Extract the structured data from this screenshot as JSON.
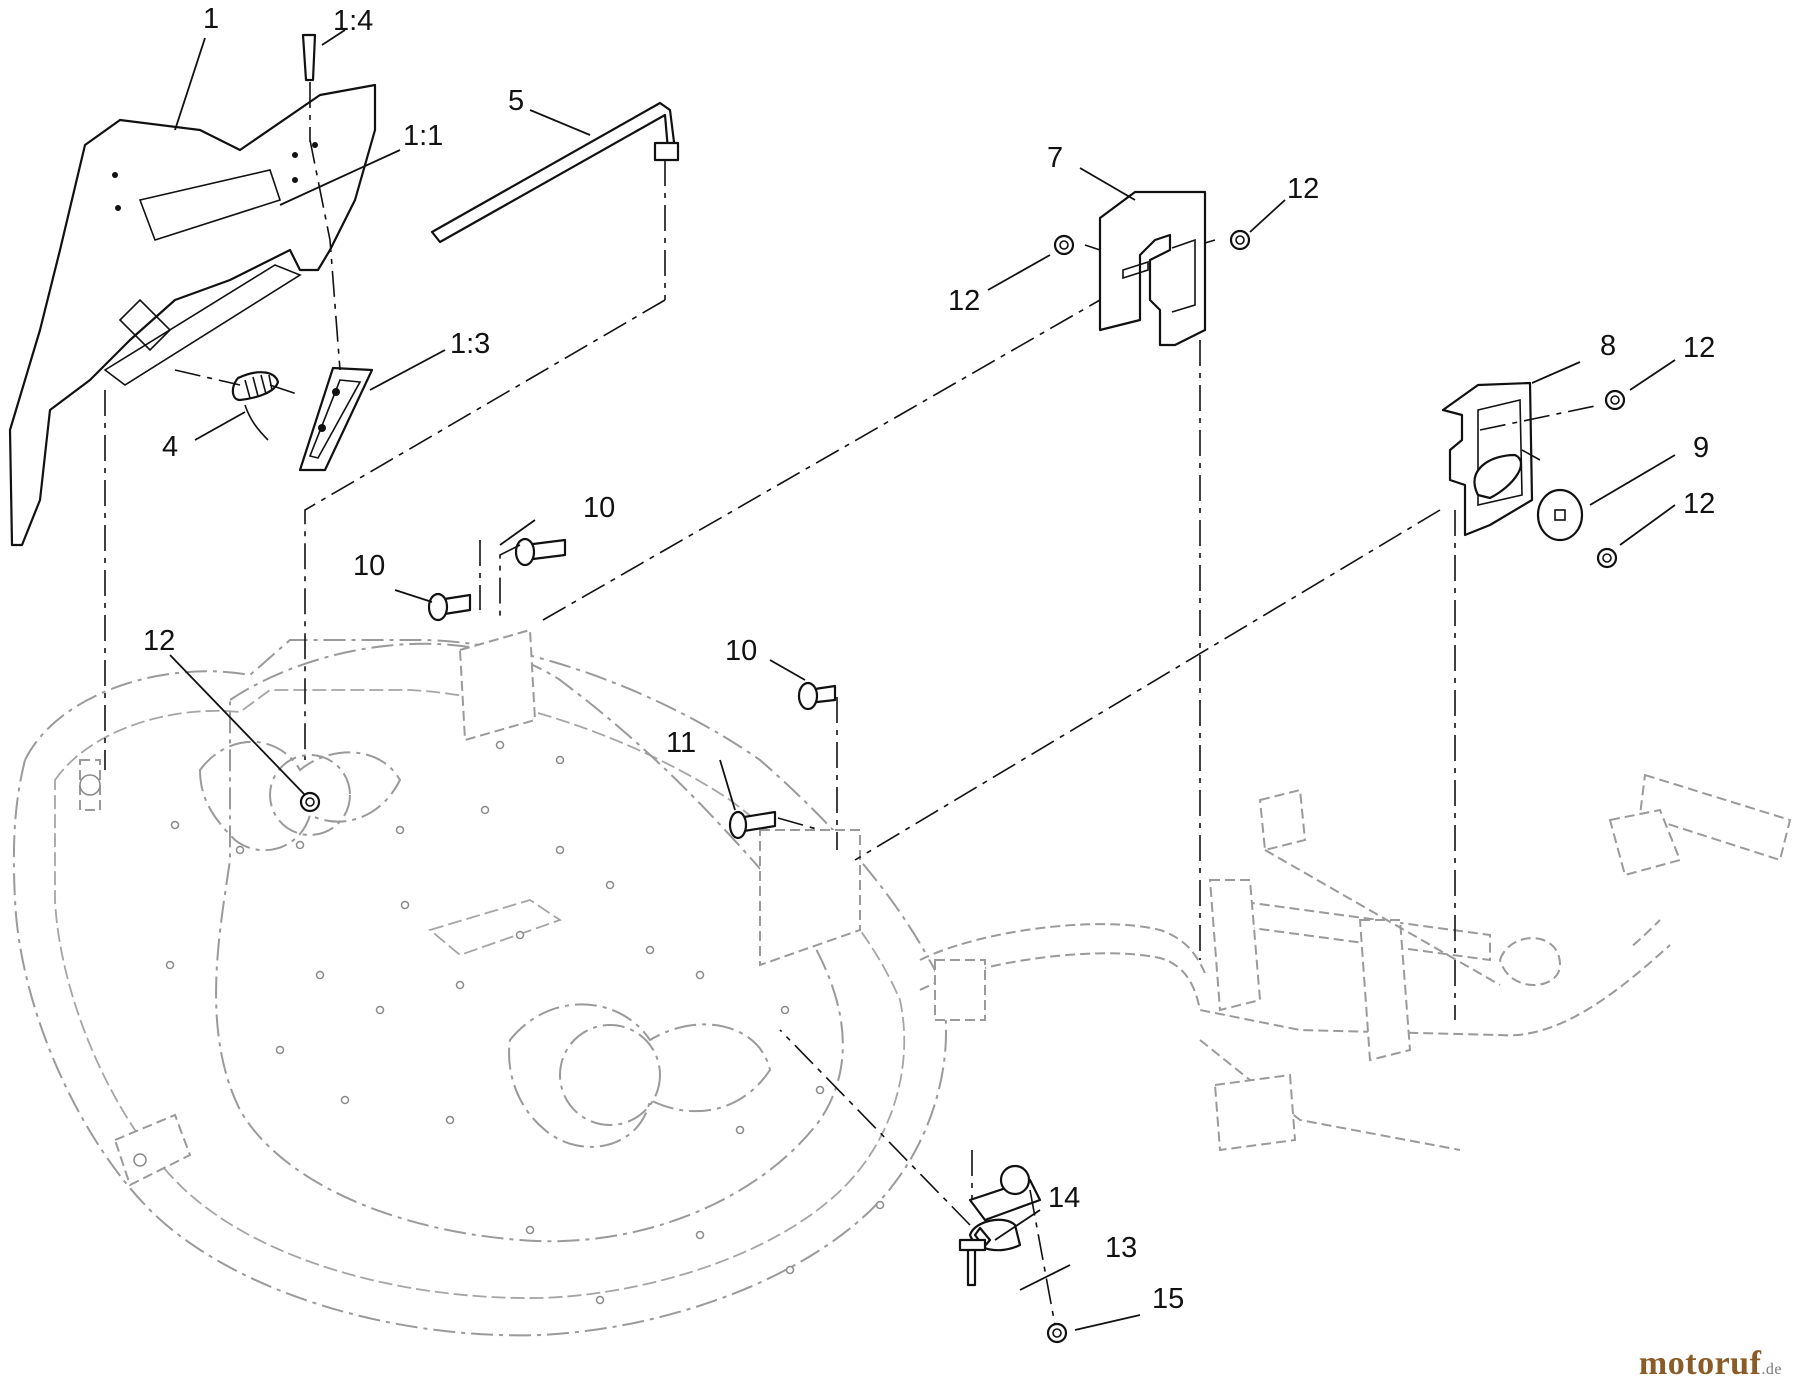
{
  "callouts": [
    {
      "id": "c-1",
      "text": "1"
    },
    {
      "id": "c-1-4",
      "text": "1:4"
    },
    {
      "id": "c-1-1",
      "text": "1:1"
    },
    {
      "id": "c-5",
      "text": "5"
    },
    {
      "id": "c-7",
      "text": "7"
    },
    {
      "id": "c-12a",
      "text": "12"
    },
    {
      "id": "c-12b",
      "text": "12"
    },
    {
      "id": "c-1-3",
      "text": "1:3"
    },
    {
      "id": "c-8",
      "text": "8"
    },
    {
      "id": "c-12c",
      "text": "12"
    },
    {
      "id": "c-4",
      "text": "4"
    },
    {
      "id": "c-9",
      "text": "9"
    },
    {
      "id": "c-12d",
      "text": "12"
    },
    {
      "id": "c-10a",
      "text": "10"
    },
    {
      "id": "c-10b",
      "text": "10"
    },
    {
      "id": "c-12e",
      "text": "12"
    },
    {
      "id": "c-10c",
      "text": "10"
    },
    {
      "id": "c-11",
      "text": "11"
    },
    {
      "id": "c-14",
      "text": "14"
    },
    {
      "id": "c-13",
      "text": "13"
    },
    {
      "id": "c-15",
      "text": "15"
    }
  ],
  "watermark": {
    "name": "motoruf",
    "tld": ".de"
  }
}
